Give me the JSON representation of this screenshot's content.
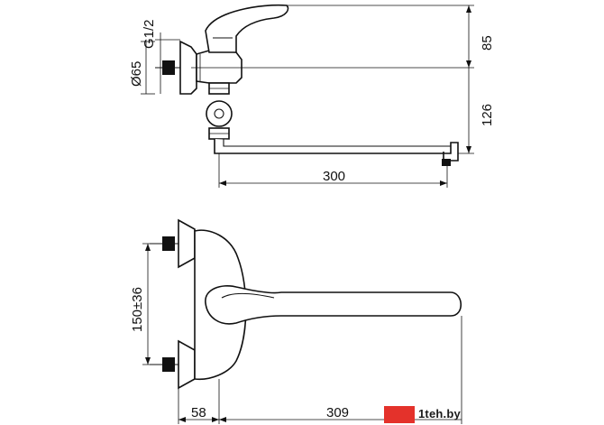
{
  "dimensions": {
    "top_view": {
      "thread": "G1/2",
      "diameter": "Ø65",
      "height_handle": "85",
      "height_spout": "126",
      "spout_length": "300"
    },
    "front_view": {
      "center_distance": "150±36",
      "wall_offset": "58",
      "spout_reach": "309"
    }
  },
  "watermark": {
    "text": "1teh.by"
  },
  "colors": {
    "line": "#111111",
    "watermark_red": "#e4322b"
  }
}
